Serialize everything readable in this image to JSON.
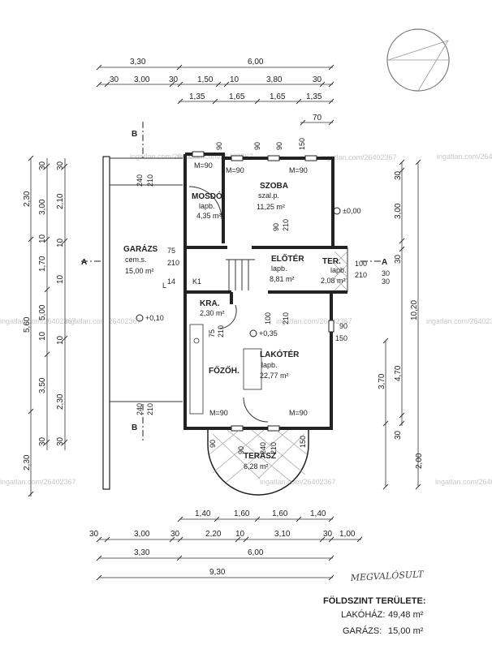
{
  "watermarks": [
    "ingatlan.com/26402367",
    "ingatlan.com/26402367",
    "ingatlan.com/26402367",
    "ingatlan.com/26402367",
    "ingatlan.com/26402367",
    "ingatlan.com/26402367",
    "ingatlan.com/26402367",
    "ingatlan.com/26402367",
    "ingatlan.com/26402367",
    "ingatlan.com/26402367",
    "ingatlan.com/26402367"
  ],
  "rooms": {
    "mosdo": {
      "name": "MOSDÓ",
      "mat": "lapb.",
      "area": "4,35 m²"
    },
    "szoba": {
      "name": "SZOBA",
      "mat": "szal.p.",
      "area": "11,25 m²"
    },
    "garazs": {
      "name": "GARÁZS",
      "mat": "cem.s.",
      "area": "15,00 m²"
    },
    "eloter": {
      "name": "ELŐTÉR",
      "mat": "lapb.",
      "area": "8,81 m²"
    },
    "ter": {
      "name": "TER.",
      "mat": "lapb.",
      "area": "2,08 m²"
    },
    "kra": {
      "name": "KRA.",
      "area": "2,30 m²"
    },
    "lakoter": {
      "name": "LAKÓTÉR",
      "mat": "lapb.",
      "area": "22,77 m²"
    },
    "fozoh": {
      "name": "FŐZŐH."
    },
    "terasz": {
      "name": "TERASZ",
      "area": "6,28 m²"
    }
  },
  "levels": {
    "l0": "±0,00",
    "l1": "+0,10",
    "l2": "+0,35"
  },
  "sections": {
    "a": "A",
    "b": "B"
  },
  "dims_top": {
    "r1": [
      "3,30",
      "6,00"
    ],
    "r2": [
      "30",
      "3,00",
      "30",
      "1,50",
      "10",
      "3,80",
      "30"
    ],
    "r3": [
      "1,35",
      "1,65",
      "1,65",
      "1,35"
    ],
    "r4": [
      "70"
    ]
  },
  "dims_bottom": {
    "r1": [
      "1,40",
      "1,60",
      "1,60",
      "1,40"
    ],
    "r2": [
      "30",
      "3,00",
      "30",
      "2,20",
      "10",
      "3,10",
      "30",
      "1,00"
    ],
    "r3": [
      "3,30",
      "6,00"
    ],
    "r4": [
      "9,30"
    ]
  },
  "dims_left": {
    "r1": [
      "2,30",
      "5,60",
      "2,30"
    ],
    "r2": [
      "30",
      "3,00",
      "10",
      "1,70",
      "5,00",
      "10",
      "3,50",
      "30"
    ],
    "r3": [
      "30",
      "2,10",
      "10",
      "10",
      "10",
      "2,30",
      "30"
    ]
  },
  "dims_right": {
    "r1": [
      "30",
      "3,00",
      "30",
      "4,70",
      "30"
    ],
    "r2": [
      "10,20"
    ],
    "r3": [
      "3,70",
      "2,00"
    ]
  },
  "openings": {
    "m90": "M=90",
    "o240": "240",
    "o210": "210",
    "o90": "90",
    "o150": "150",
    "o75": "75",
    "o100": "100",
    "o30": "30",
    "o14": "14",
    "k1": "K1",
    "l": "L"
  },
  "stamp": "MEGVALÓSULT",
  "summary": {
    "title": "FÖLDSZINT TERÜLETE:",
    "house_label": "LAKÓHÁZ:",
    "house_value": "49,48 m²",
    "garage_label": "GARÁZS:",
    "garage_value": "15,00 m²"
  }
}
